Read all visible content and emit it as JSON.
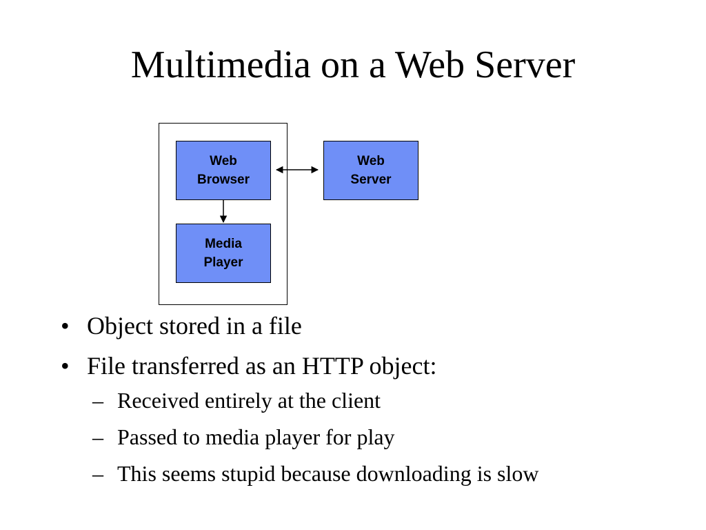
{
  "slide": {
    "title": "Multimedia on a Web Server"
  },
  "diagram": {
    "node_fill": "#6f8ff7",
    "nodes": {
      "web_browser": {
        "line1": "Web",
        "line2": "Browser"
      },
      "web_server": {
        "line1": "Web",
        "line2": "Server"
      },
      "media_player": {
        "line1": "Media",
        "line2": "Player"
      }
    },
    "edges": [
      {
        "from": "web_browser",
        "to": "web_server",
        "direction": "both"
      },
      {
        "from": "web_browser",
        "to": "media_player",
        "direction": "forward"
      }
    ]
  },
  "bullets": {
    "bullet_symbol": "•",
    "sub_bullet_symbol": "–",
    "items": [
      {
        "text": "Object stored in a file"
      },
      {
        "text": "File transferred as an HTTP object:"
      }
    ],
    "sub_items": [
      {
        "text": "Received entirely at the client"
      },
      {
        "text": "Passed to media player for play"
      },
      {
        "text": "This seems stupid because downloading is slow"
      }
    ]
  }
}
